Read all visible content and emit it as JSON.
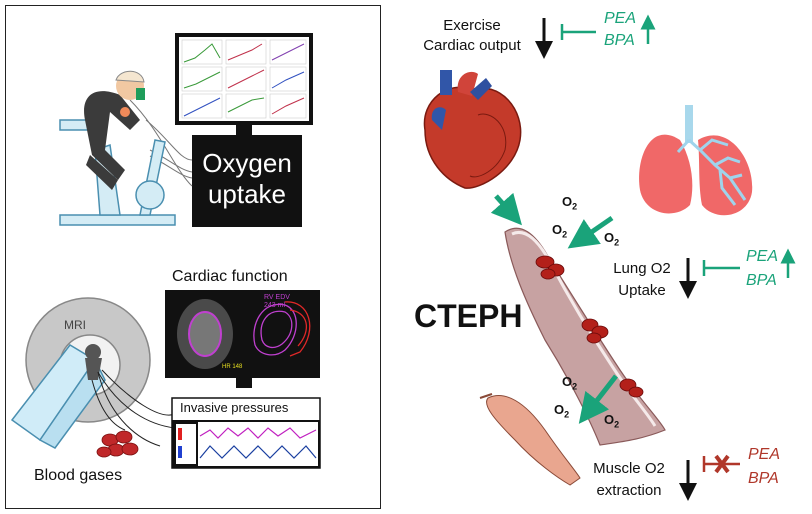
{
  "left": {
    "oxygen_box": {
      "line1": "Oxygen",
      "line2": "uptake"
    },
    "cardiac_title": "Cardiac function",
    "mri_label": "MRI",
    "rv_text": {
      "line1": "RV EDV",
      "line2": "243 ml"
    },
    "hr_text": "HR 148",
    "invasive_title": "Invasive pressures",
    "blood_gases": "Blood gases"
  },
  "right": {
    "title": "CTEPH",
    "exercise": {
      "line1": "Exercise",
      "line2": "Cardiac output"
    },
    "lung": {
      "line1": "Lung O2",
      "line2": "Uptake"
    },
    "muscle": {
      "line1": "Muscle O2",
      "line2": "extraction"
    },
    "treatments": {
      "pea": "PEA",
      "bpa": "BPA"
    },
    "o2": {
      "o": "O",
      "sub": "2"
    }
  },
  "colors": {
    "green": "#1aa37a",
    "red_treat": "#b0372a",
    "vessel": "#c7a2a2",
    "heart": "#c43a2a"
  }
}
